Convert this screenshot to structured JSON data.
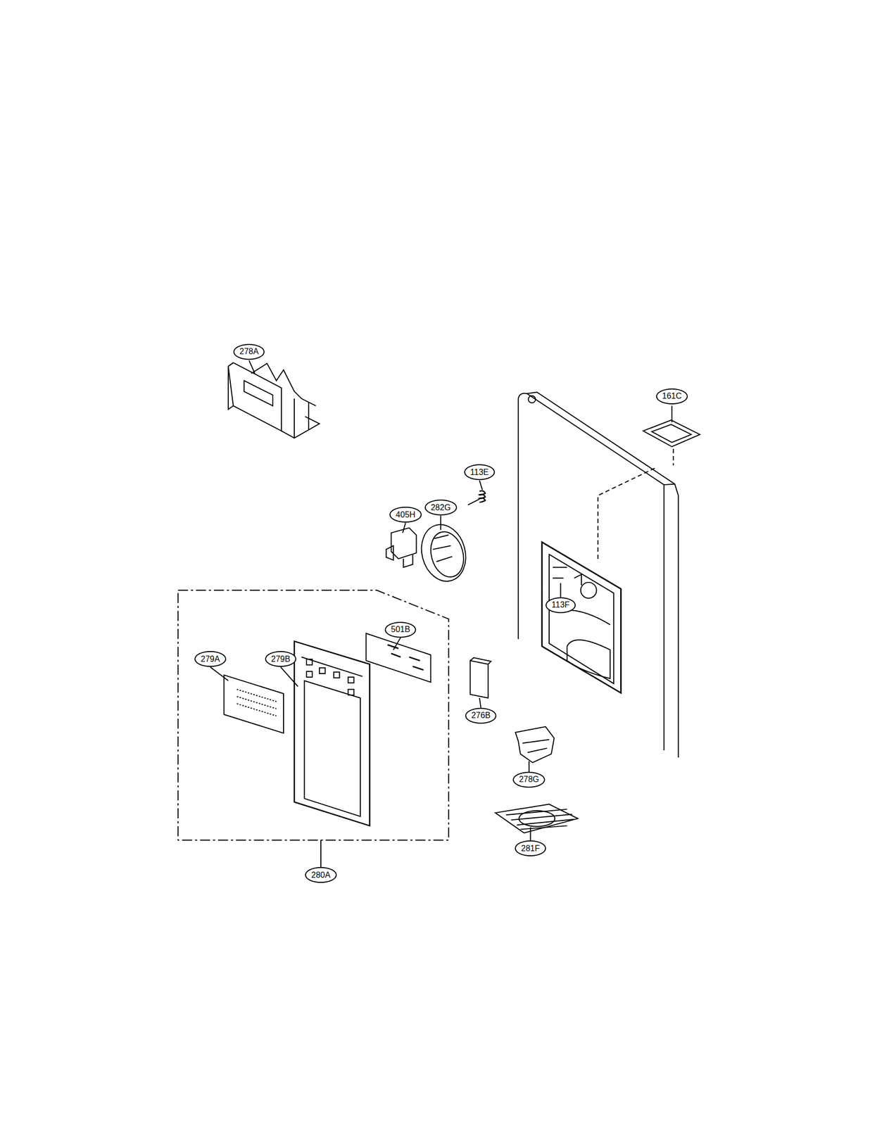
{
  "diagram": {
    "labels": [
      "278A",
      "161C",
      "113E",
      "405H",
      "282G",
      "113F",
      "501B",
      "279A",
      "279B",
      "276B",
      "278G",
      "281F",
      "280A"
    ]
  }
}
